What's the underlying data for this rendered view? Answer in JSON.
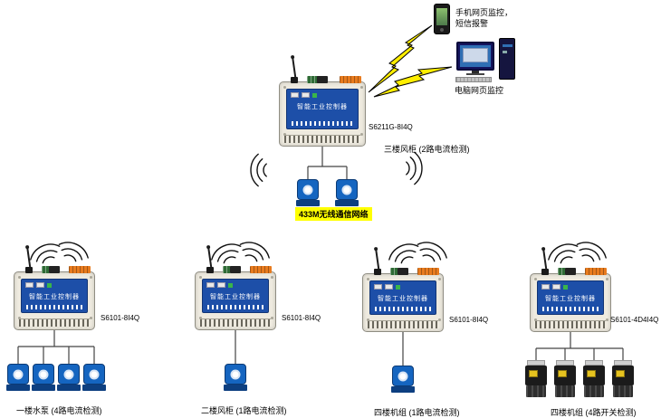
{
  "monitoring": {
    "phone_caption": "手机网页监控，\n短信报警",
    "pc_caption": "电脑网页监控"
  },
  "network": {
    "wireless_label": "433M无线通信网络"
  },
  "controllers": [
    {
      "model": "S6211G-8I4Q",
      "panel_text": "智能工业控制器",
      "caption": "三楼风柜  (2路电流检测)",
      "sensor_count": 2,
      "sensor_type": "current-transformer"
    },
    {
      "model": "S6101-8I4Q",
      "panel_text": "智能工业控制器",
      "caption": "一楼水泵  (4路电流检测)",
      "sensor_count": 4,
      "sensor_type": "current-transformer"
    },
    {
      "model": "S6101-8I4Q",
      "panel_text": "智能工业控制器",
      "caption": "二楼风柜  (1路电流检测)",
      "sensor_count": 1,
      "sensor_type": "current-transformer"
    },
    {
      "model": "S6101-8I4Q",
      "panel_text": "智能工业控制器",
      "caption": "四楼机组  (1路电流检测)",
      "sensor_count": 1,
      "sensor_type": "current-transformer"
    },
    {
      "model": "S6101-4D4I4Q",
      "panel_text": "智能工业控制器",
      "caption": "四楼机组  (4路开关检测)",
      "sensor_count": 4,
      "sensor_type": "relay"
    }
  ],
  "colors": {
    "panel_blue": "#1d4fa8",
    "connector_orange": "#e87b1e",
    "highlight_yellow": "#ffff00",
    "ct_blue": "#1565c0",
    "lightning_yellow": "#ffee00"
  }
}
